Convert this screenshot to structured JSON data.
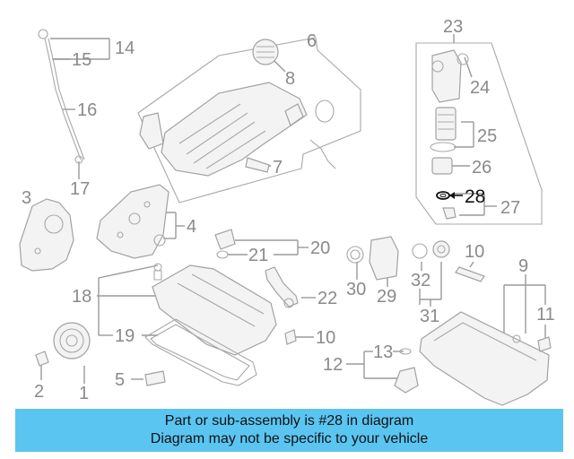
{
  "diagram": {
    "callouts": {
      "n1": "1",
      "n2": "2",
      "n3": "3",
      "n4": "4",
      "n5": "5",
      "n6": "6",
      "n7": "7",
      "n8": "8",
      "n9": "9",
      "n10a": "10",
      "n10b": "10",
      "n11": "11",
      "n12": "12",
      "n13": "13",
      "n14": "14",
      "n15": "15",
      "n16": "16",
      "n17": "17",
      "n18": "18",
      "n19": "19",
      "n20": "20",
      "n21": "21",
      "n22": "22",
      "n23": "23",
      "n24": "24",
      "n25": "25",
      "n26": "26",
      "n27": "27",
      "n28": "28",
      "n29": "29",
      "n30": "30",
      "n31": "31",
      "n32": "32"
    },
    "highlighted_part": "28",
    "highlight_color": "#111111",
    "line_color": "#9a9a9a"
  },
  "banner": {
    "line1": "Part or sub-assembly is #28 in diagram",
    "line2": "Diagram may not be specific to your vehicle",
    "background": "#5bc5f2"
  }
}
